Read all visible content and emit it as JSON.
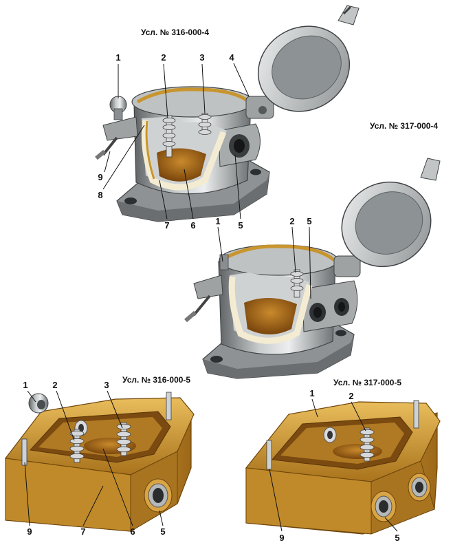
{
  "captions": {
    "top_left": "Усл. № 316-000-4",
    "top_right": "Усл. № 317-000-4",
    "bottom_left": "Усл. № 316-000-5",
    "bottom_right": "Усл. № 317-000-5"
  },
  "callouts": {
    "top_left": [
      "1",
      "2",
      "3",
      "4",
      "9",
      "8",
      "7",
      "6",
      "5"
    ],
    "top_right": [
      "1",
      "2",
      "5"
    ],
    "bottom_left": [
      "1",
      "2",
      "3",
      "9",
      "7",
      "6",
      "5"
    ],
    "bottom_right": [
      "1",
      "2",
      "9",
      "5"
    ]
  },
  "colors": {
    "metal": "#9ea2a3",
    "metal_dark": "#55595b",
    "metal_light": "#d8dadb",
    "brass": "#c8952e",
    "brass_dark": "#8a5a12",
    "brass_light": "#e6b95a",
    "insulator": "#f3ecd2",
    "resin": "#9a5e16"
  }
}
